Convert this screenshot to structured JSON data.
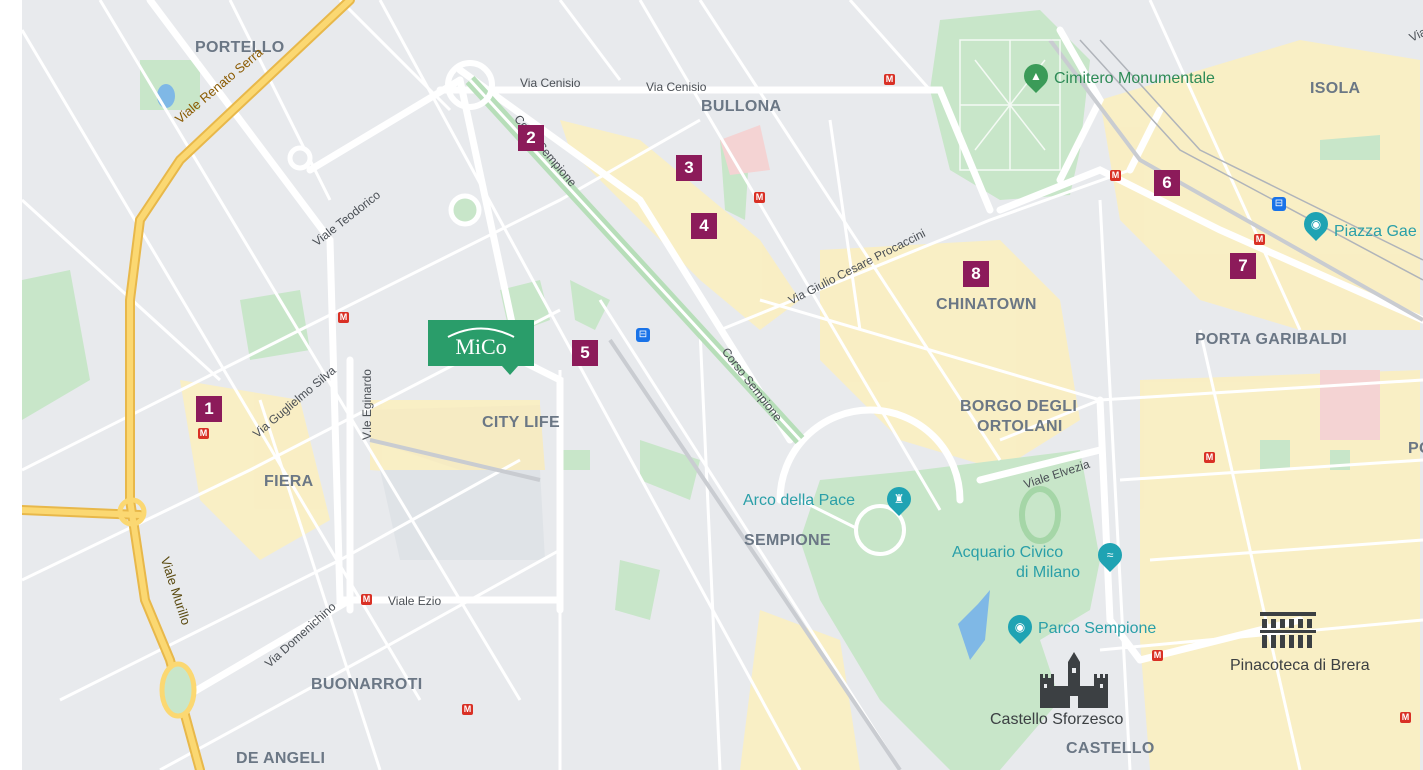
{
  "map": {
    "districts": [
      "PORTELLO",
      "BULLONA",
      "ISOLA",
      "CHINATOWN",
      "PORTA GARIBALDI",
      "CITY LIFE",
      "BORGO DEGLI",
      "ORTOLANI",
      "FIERA",
      "SEMPIONE",
      "BUONARROTI",
      "DE ANGELI",
      "CASTELLO",
      "PO"
    ],
    "streets": [
      "Viale Renato Serra",
      "Via Cenisio",
      "Via Cenisio",
      "Corso Sempione",
      "Viale Teodorico",
      "Via Giulio Cesare Procaccini",
      "Corso Sempione",
      "Via Guglielmo Silva",
      "V.le Eginardo",
      "Viale Elvezia",
      "Via Domenichino",
      "Viale Ezio",
      "Viale Murillo",
      "Via A"
    ],
    "pois": [
      "Cimitero Monumentale",
      "Piazza Gae",
      "Arco della Pace",
      "Acquario Civico",
      "di Milano",
      "Parco Sempione",
      "Pinacoteca di Brera",
      "Castello Sforzesco"
    ],
    "markers": [
      "1",
      "2",
      "3",
      "4",
      "5",
      "6",
      "7",
      "8"
    ],
    "logo_text": "MiCo",
    "metro_symbol": "M",
    "rail_symbol": "⊟",
    "icons": {
      "tree": "tree-icon",
      "camera": "camera-icon",
      "monument": "monument-icon",
      "aquarium": "dolphin-icon",
      "museum": "museum-icon",
      "castle": "castle-icon"
    },
    "colors": {
      "background": "#e8eaed",
      "park": "#c8e6c9",
      "road": "#ffffff",
      "highway": "#f6c446",
      "marker": "#8c1b5a",
      "logo": "#2a9d6a",
      "metro": "#d93025",
      "rail": "#1a73e8"
    }
  }
}
